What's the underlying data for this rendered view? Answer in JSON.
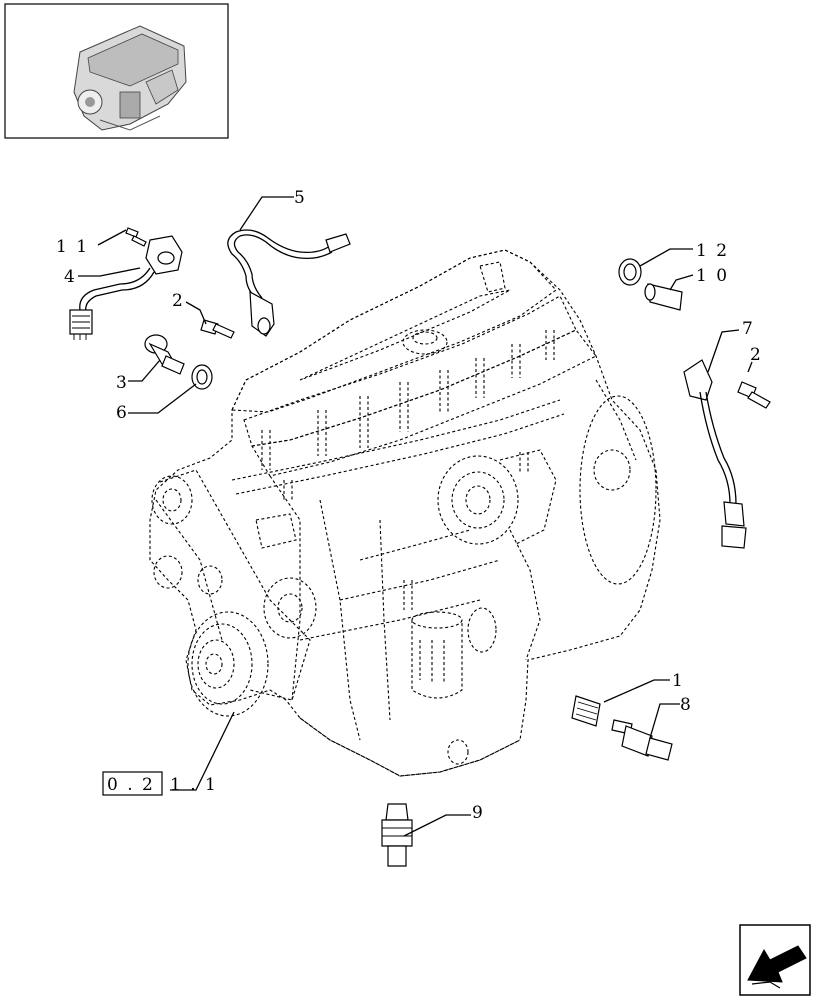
{
  "callouts": {
    "c1": "1",
    "c2a": "2",
    "c2b": "2",
    "c3": "3",
    "c4": "4",
    "c5": "5",
    "c6": "6",
    "c7": "7",
    "c8": "8",
    "c9": "9",
    "c10": "1 0",
    "c11": "1 1",
    "c12": "1 2"
  },
  "reference": {
    "boxed": "0 . 2",
    "suffix": "1 . 1"
  },
  "icons": {
    "thumbnail": "engine-thumbnail-icon",
    "navigation": "arrow-down-left-icon"
  }
}
